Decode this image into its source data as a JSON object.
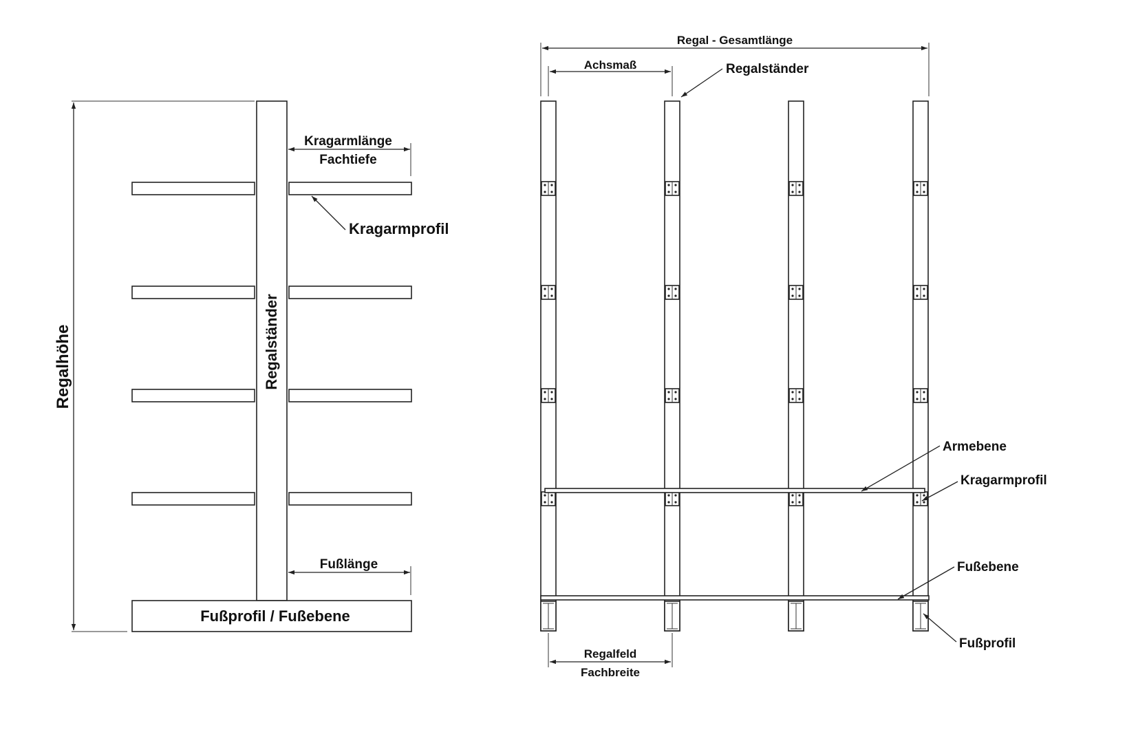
{
  "side_view": {
    "height_label": "Regalhöhe",
    "upright_label": "Regalständer",
    "arm_length_label": "Kragarmlänge",
    "depth_label": "Fachtiefe",
    "arm_profile_label": "Kragarmprofil",
    "foot_length_label": "Fußlänge",
    "foot_label": "Fußprofil / Fußebene"
  },
  "front_view": {
    "total_length_label": "Regal - Gesamtlänge",
    "axis_label": "Achsmaß",
    "upright_label": "Regalständer",
    "arm_level_label": "Armebene",
    "arm_profile_label": "Kragarmprofil",
    "foot_level_label": "Fußebene",
    "foot_profile_label": "Fußprofil",
    "bay_label": "Regalfeld",
    "width_label": "Fachbreite"
  },
  "colors": {
    "line": "#222222",
    "background": "#ffffff"
  }
}
